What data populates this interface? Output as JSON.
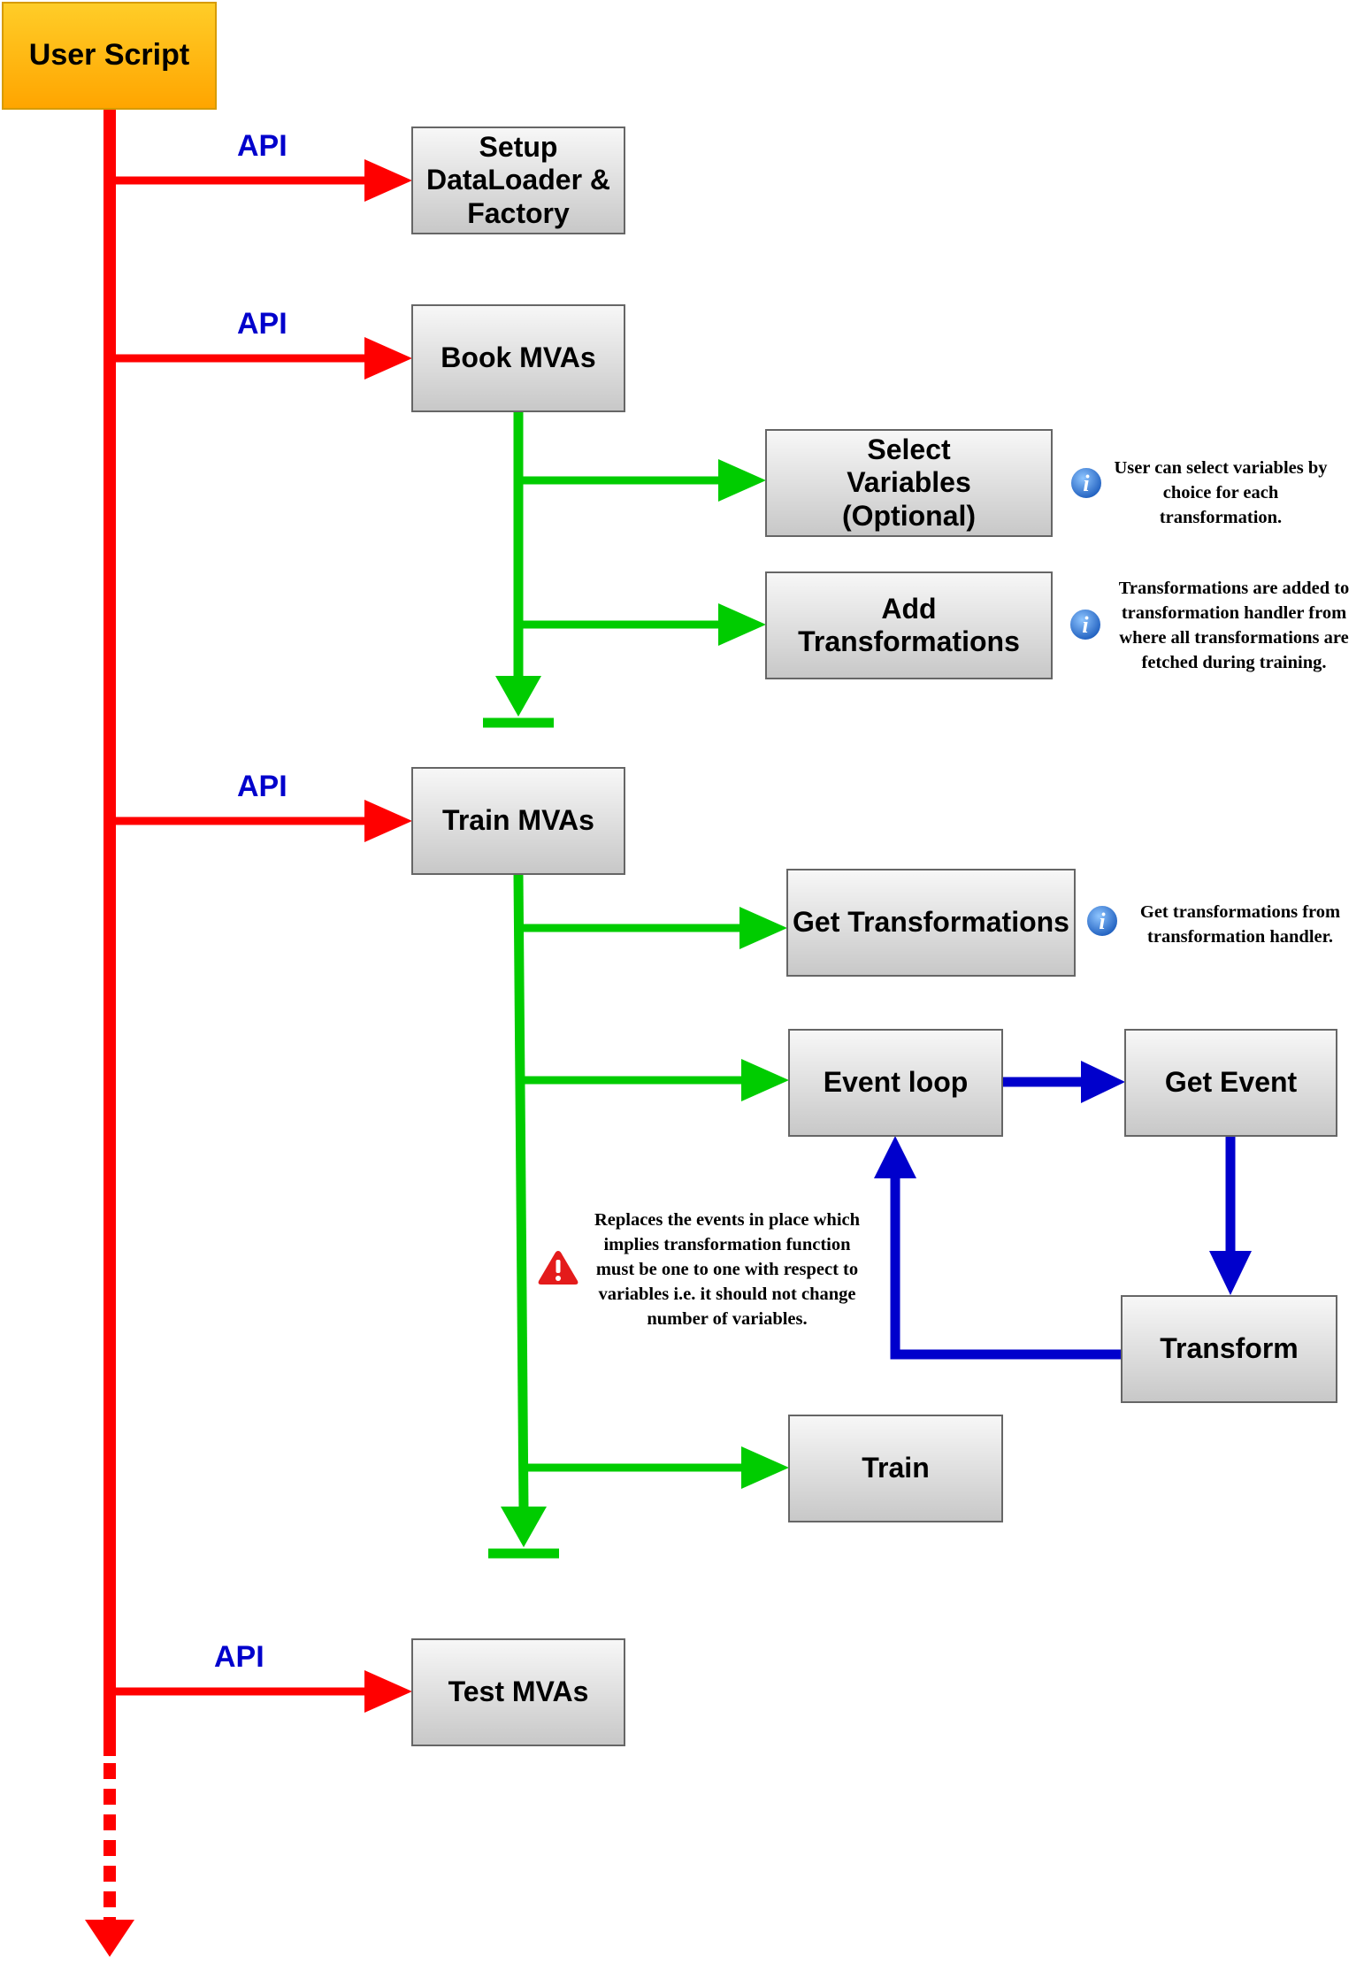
{
  "nodes": {
    "user_script": "User Script",
    "setup": "Setup DataLoader & Factory",
    "book": "Book MVAs",
    "select_vars": "Select Variables (Optional)",
    "add_trans": "Add Transformations",
    "train_mvas": "Train MVAs",
    "get_trans": "Get Transformations",
    "event_loop": "Event loop",
    "get_event": "Get Event",
    "transform": "Transform",
    "train": "Train",
    "test": "Test MVAs"
  },
  "edge_labels": {
    "api_1": "API",
    "api_2": "API",
    "api_3": "API",
    "api_4": "API"
  },
  "notes": {
    "select_vars": "User can select variables by choice for each transformation.",
    "add_trans": "Transformations are added to transformation handler from where all transformations are fetched during training.",
    "get_trans": "Get transformations from transformation handler.",
    "warning": "Replaces the events in place which implies transformation function must be one to one with respect to variables i.e. it should not change number of variables."
  },
  "icons": {
    "note_select_vars": "info-icon",
    "note_add_trans": "info-icon",
    "note_get_trans": "info-icon",
    "note_warning": "warning-icon"
  },
  "colors": {
    "api_flow": "#ff0000",
    "book_train_flow": "#00cc00",
    "event_loop_flow": "#0000cc",
    "api_label": "#0000cc",
    "user_script_fill": "#ffb000",
    "box_border": "#666666"
  }
}
